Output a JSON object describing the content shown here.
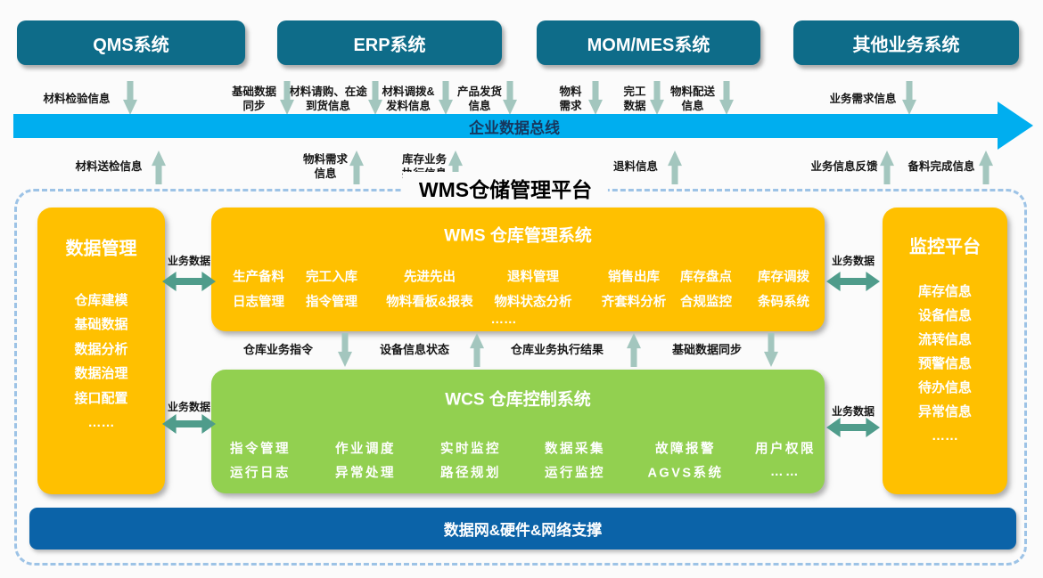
{
  "platform": {
    "title": "WMS仓储管理平台"
  },
  "bus": {
    "label": "企业数据总线"
  },
  "bottom_bar": {
    "label": "数据网&硬件&网络支撑"
  },
  "links": {
    "label": "业务数据"
  },
  "top_systems": [
    {
      "label": "QMS系统"
    },
    {
      "label": "ERP系统"
    },
    {
      "label": "MOM/MES系统"
    },
    {
      "label": "其他业务系统"
    }
  ],
  "flows_in": [
    {
      "label": "材料检验信息"
    },
    {
      "label": "基础数据\n同步"
    },
    {
      "label": "材料请购、在途\n到货信息"
    },
    {
      "label": "材料调拨&\n发料信息"
    },
    {
      "label": "产品发货\n信息"
    },
    {
      "label": "物料\n需求"
    },
    {
      "label": "完工\n数据"
    },
    {
      "label": "物料配送\n信息"
    },
    {
      "label": "业务需求信息"
    }
  ],
  "flows_out": [
    {
      "label": "材料送检信息"
    },
    {
      "label": "物料需求\n信息"
    },
    {
      "label": "库存业务\n执行信息"
    },
    {
      "label": "退料信息"
    },
    {
      "label": "业务信息反馈"
    },
    {
      "label": "备料完成信息"
    }
  ],
  "flows_mid": [
    {
      "label": "仓库业务指令",
      "direction": "down"
    },
    {
      "label": "设备信息状态",
      "direction": "up"
    },
    {
      "label": "仓库业务执行结果",
      "direction": "up"
    },
    {
      "label": "基础数据同步",
      "direction": "down"
    }
  ],
  "panels": {
    "data_mgmt": {
      "title": "数据管理",
      "items": [
        "仓库建模",
        "基础数据",
        "数据分析",
        "数据治理",
        "接口配置",
        "……"
      ]
    },
    "wms": {
      "title": "WMS 仓库管理系统",
      "row1": [
        "生产备料",
        "完工入库",
        "先进先出",
        "退料管理",
        "销售出库",
        "库存盘点",
        "库存调拨"
      ],
      "row2": [
        "日志管理",
        "指令管理",
        "物料看板&报表",
        "物料状态分析",
        "齐套料分析",
        "合规监控",
        "条码系统"
      ],
      "more": "……"
    },
    "wcs": {
      "title": "WCS 仓库控制系统",
      "row1": [
        "指令管理",
        "作业调度",
        "实时监控",
        "数据采集",
        "故障报警",
        "用户权限"
      ],
      "row2": [
        "运行日志",
        "异常处理",
        "路径规划",
        "运行监控",
        "AGVS系统",
        "……"
      ]
    },
    "monitor": {
      "title": "监控平台",
      "items": [
        "库存信息",
        "设备信息",
        "流转信息",
        "预警信息",
        "待办信息",
        "异常信息",
        "……"
      ]
    }
  },
  "colors": {
    "system_box": "#0E6C89",
    "bus": "#00AEEF",
    "bus_text": "#17375E",
    "panel_orange": "#FFC000",
    "panel_green": "#92D050",
    "bottom_bar": "#0B63A8",
    "small_arrow": "#A3C6BE",
    "link_arrow": "#4F9C8B",
    "dashed_border": "#9DC3E6"
  }
}
